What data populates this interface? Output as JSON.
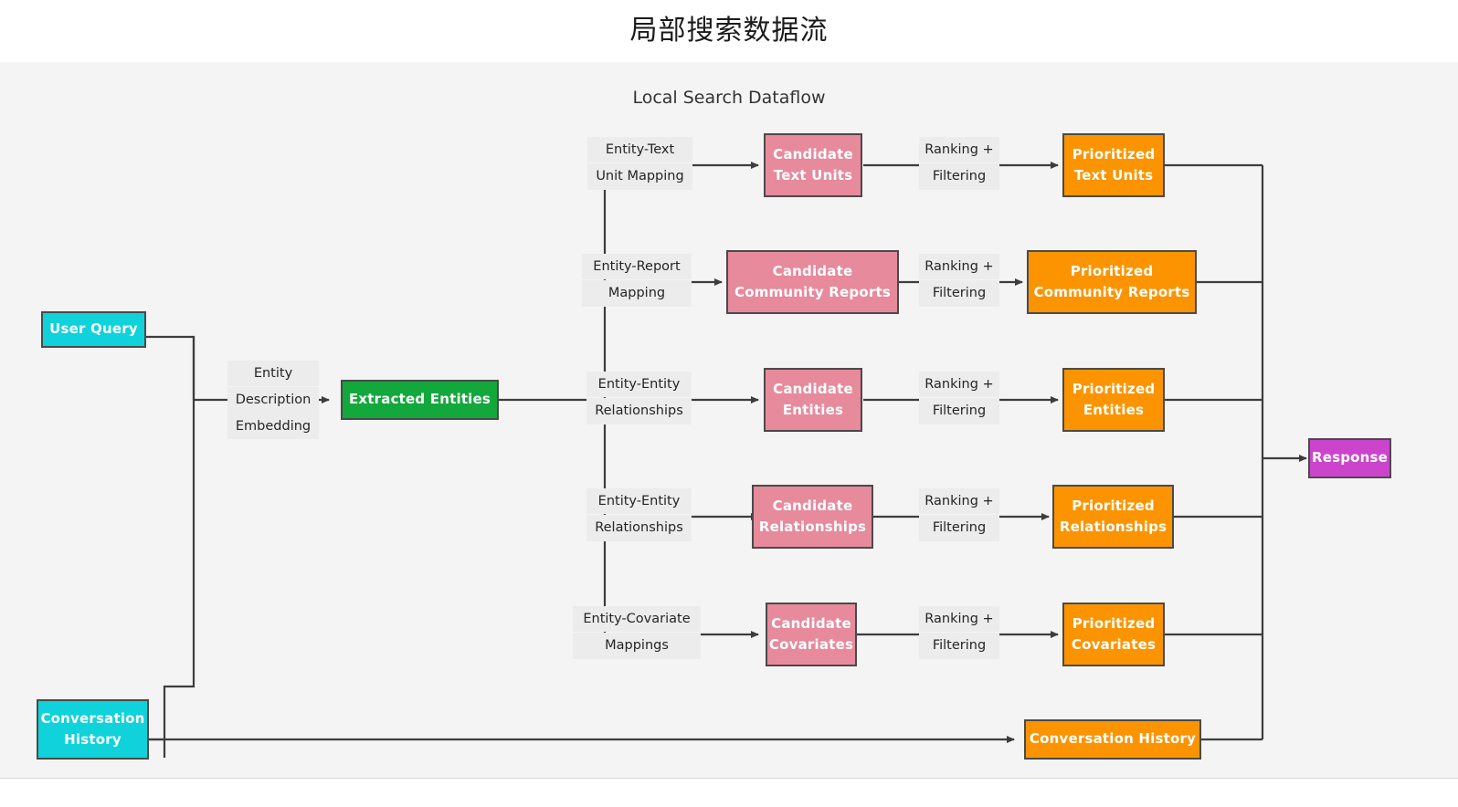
{
  "page": {
    "title": "局部搜索数据流",
    "subtitle": "Local Search Dataflow"
  },
  "colors": {
    "background": "#f4f4f4",
    "cyan": "#0fd2da",
    "green": "#12a83c",
    "pink": "#e68a9c",
    "orange": "#fb9400",
    "purple": "#cc44cc",
    "stroke": "#4a4a4a",
    "label_bg": "#ececec"
  },
  "nodes": {
    "user_query": {
      "label": "User Query",
      "lines": [
        "User Query"
      ],
      "color": "cyan"
    },
    "conversation_history_in": {
      "label": "Conversation History",
      "lines": [
        "Conversation",
        "History"
      ],
      "color": "cyan"
    },
    "extracted_entities": {
      "label": "Extracted Entities",
      "lines": [
        "Extracted Entities"
      ],
      "color": "green"
    },
    "candidate_text_units": {
      "label": "Candidate Text Units",
      "lines": [
        "Candidate",
        "Text Units"
      ],
      "color": "pink"
    },
    "candidate_community_reports": {
      "label": "Candidate Community Reports",
      "lines": [
        "Candidate",
        "Community Reports"
      ],
      "color": "pink"
    },
    "candidate_entities": {
      "label": "Candidate Entities",
      "lines": [
        "Candidate",
        "Entities"
      ],
      "color": "pink"
    },
    "candidate_relationships": {
      "label": "Candidate Relationships",
      "lines": [
        "Candidate",
        "Relationships"
      ],
      "color": "pink"
    },
    "candidate_covariates": {
      "label": "Candidate Covariates",
      "lines": [
        "Candidate",
        "Covariates"
      ],
      "color": "pink"
    },
    "prioritized_text_units": {
      "label": "Prioritized Text Units",
      "lines": [
        "Prioritized",
        "Text Units"
      ],
      "color": "orange"
    },
    "prioritized_community_reports": {
      "label": "Prioritized Community Reports",
      "lines": [
        "Prioritized",
        "Community Reports"
      ],
      "color": "orange"
    },
    "prioritized_entities": {
      "label": "Prioritized Entities",
      "lines": [
        "Prioritized",
        "Entities"
      ],
      "color": "orange"
    },
    "prioritized_relationships": {
      "label": "Prioritized Relationships",
      "lines": [
        "Prioritized",
        "Relationships"
      ],
      "color": "orange"
    },
    "prioritized_covariates": {
      "label": "Prioritized Covariates",
      "lines": [
        "Prioritized",
        "Covariates"
      ],
      "color": "orange"
    },
    "conversation_history_out": {
      "label": "Conversation History",
      "lines": [
        "Conversation History"
      ],
      "color": "orange"
    },
    "response": {
      "label": "Response",
      "lines": [
        "Response"
      ],
      "color": "purple"
    }
  },
  "edge_labels": {
    "entity_description_embedding": {
      "lines": [
        "Entity",
        "Description",
        "Embedding"
      ]
    },
    "entity_text_unit_mapping": {
      "lines": [
        "Entity-Text",
        "Unit Mapping"
      ]
    },
    "entity_report_mapping": {
      "lines": [
        "Entity-Report",
        "Mapping"
      ]
    },
    "entity_entity_relationships_1": {
      "lines": [
        "Entity-Entity",
        "Relationships"
      ]
    },
    "entity_entity_relationships_2": {
      "lines": [
        "Entity-Entity",
        "Relationships"
      ]
    },
    "entity_covariate_mappings": {
      "lines": [
        "Entity-Covariate",
        "Mappings"
      ]
    },
    "ranking_filtering_1": {
      "lines": [
        "Ranking +",
        "Filtering"
      ]
    },
    "ranking_filtering_2": {
      "lines": [
        "Ranking +",
        "Filtering"
      ]
    },
    "ranking_filtering_3": {
      "lines": [
        "Ranking +",
        "Filtering"
      ]
    },
    "ranking_filtering_4": {
      "lines": [
        "Ranking +",
        "Filtering"
      ]
    },
    "ranking_filtering_5": {
      "lines": [
        "Ranking +",
        "Filtering"
      ]
    }
  }
}
